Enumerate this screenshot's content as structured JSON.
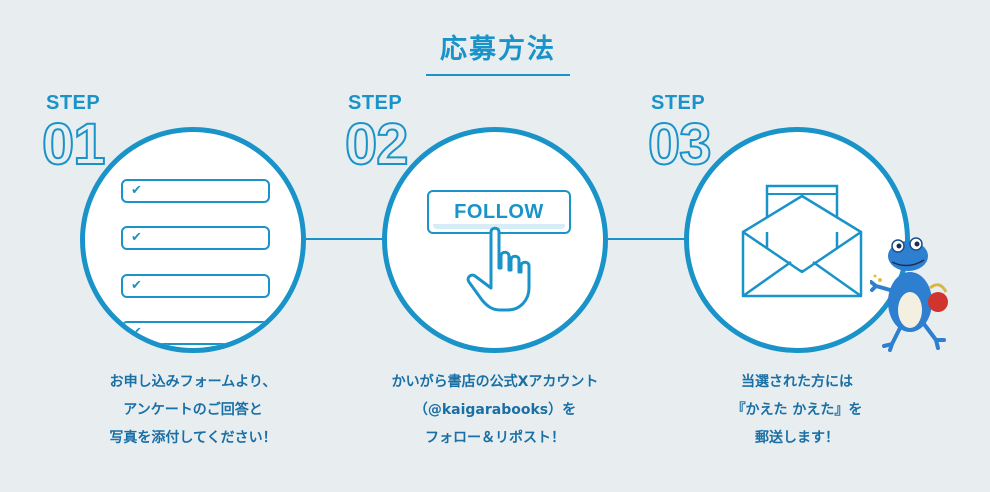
{
  "heading": {
    "title": "応募方法"
  },
  "steps": [
    {
      "label": "STEP",
      "number": "01",
      "icon": "form-checklist-icon",
      "checks": [
        "✔",
        "✔",
        "✔",
        "✔"
      ],
      "caption": [
        "お申し込みフォームより、",
        "アンケートのご回答と",
        "写真を添付してください！"
      ]
    },
    {
      "label": "STEP",
      "number": "02",
      "icon": "follow-button-icon",
      "button_label": "FOLLOW",
      "caption": [
        "かいがら書店の公式Xアカウント",
        "（@kaigarabooks）を",
        "フォロー＆リポスト！"
      ]
    },
    {
      "label": "STEP",
      "number": "03",
      "icon": "envelope-book-icon",
      "caption": [
        "当選された方には",
        "『かえた かえた』を",
        "郵送します！"
      ]
    }
  ],
  "colors": {
    "accent": "#1a93c9",
    "caption_text": "#1a6fa5",
    "background": "#e8eef0",
    "frog": "#2e7fd0",
    "frog_accent": "#d0342c"
  }
}
